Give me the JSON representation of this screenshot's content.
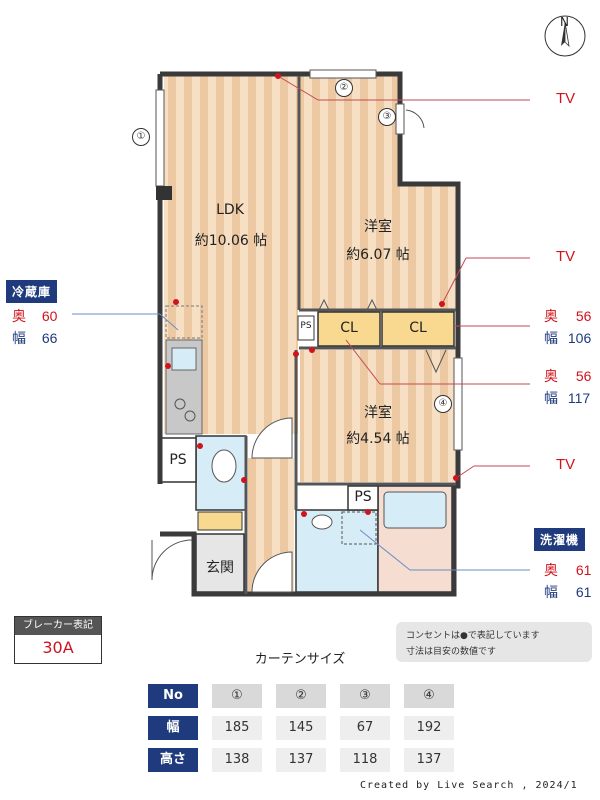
{
  "compass": {
    "label": "N"
  },
  "rooms": {
    "ldk": {
      "name": "LDK",
      "size": "約10.06 帖"
    },
    "western1": {
      "name": "洋室",
      "size": "約6.07 帖"
    },
    "western2": {
      "name": "洋室",
      "size": "約4.54 帖"
    },
    "closet_label": "CL",
    "ps_label": "PS",
    "entrance": "玄関"
  },
  "window_numbers": [
    "①",
    "②",
    "③",
    "④"
  ],
  "tv_label": "TV",
  "fridge": {
    "title": "冷蔵庫",
    "depth_label": "奥",
    "depth": "60",
    "width_label": "幅",
    "width": "66"
  },
  "closet_right": {
    "depth_label": "奥",
    "depth": "56",
    "width_label": "幅",
    "width": "106"
  },
  "closet_left": {
    "depth_label": "奥",
    "depth": "56",
    "width_label": "幅",
    "width": "117"
  },
  "washer": {
    "title": "洗濯機",
    "depth_label": "奥",
    "depth": "61",
    "width_label": "幅",
    "width": "61"
  },
  "breaker": {
    "title": "ブレーカー表記",
    "value": "30A"
  },
  "notes": {
    "line1": "コンセントは●で表記しています",
    "line2": "寸法は目安の数値です"
  },
  "curtain": {
    "title": "カーテンサイズ",
    "header_no": "No",
    "row_width": "幅",
    "row_height": "高さ",
    "numbers": [
      "①",
      "②",
      "③",
      "④"
    ],
    "widths": [
      "185",
      "145",
      "67",
      "192"
    ],
    "heights": [
      "138",
      "137",
      "118",
      "137"
    ]
  },
  "credit": "Created by Live Search , 2024/1",
  "colors": {
    "accent": "#1f3a7d",
    "outlet": "#d0141e",
    "floor_wood": "#f3d9b8",
    "wet_area": "#d6ecf7"
  }
}
